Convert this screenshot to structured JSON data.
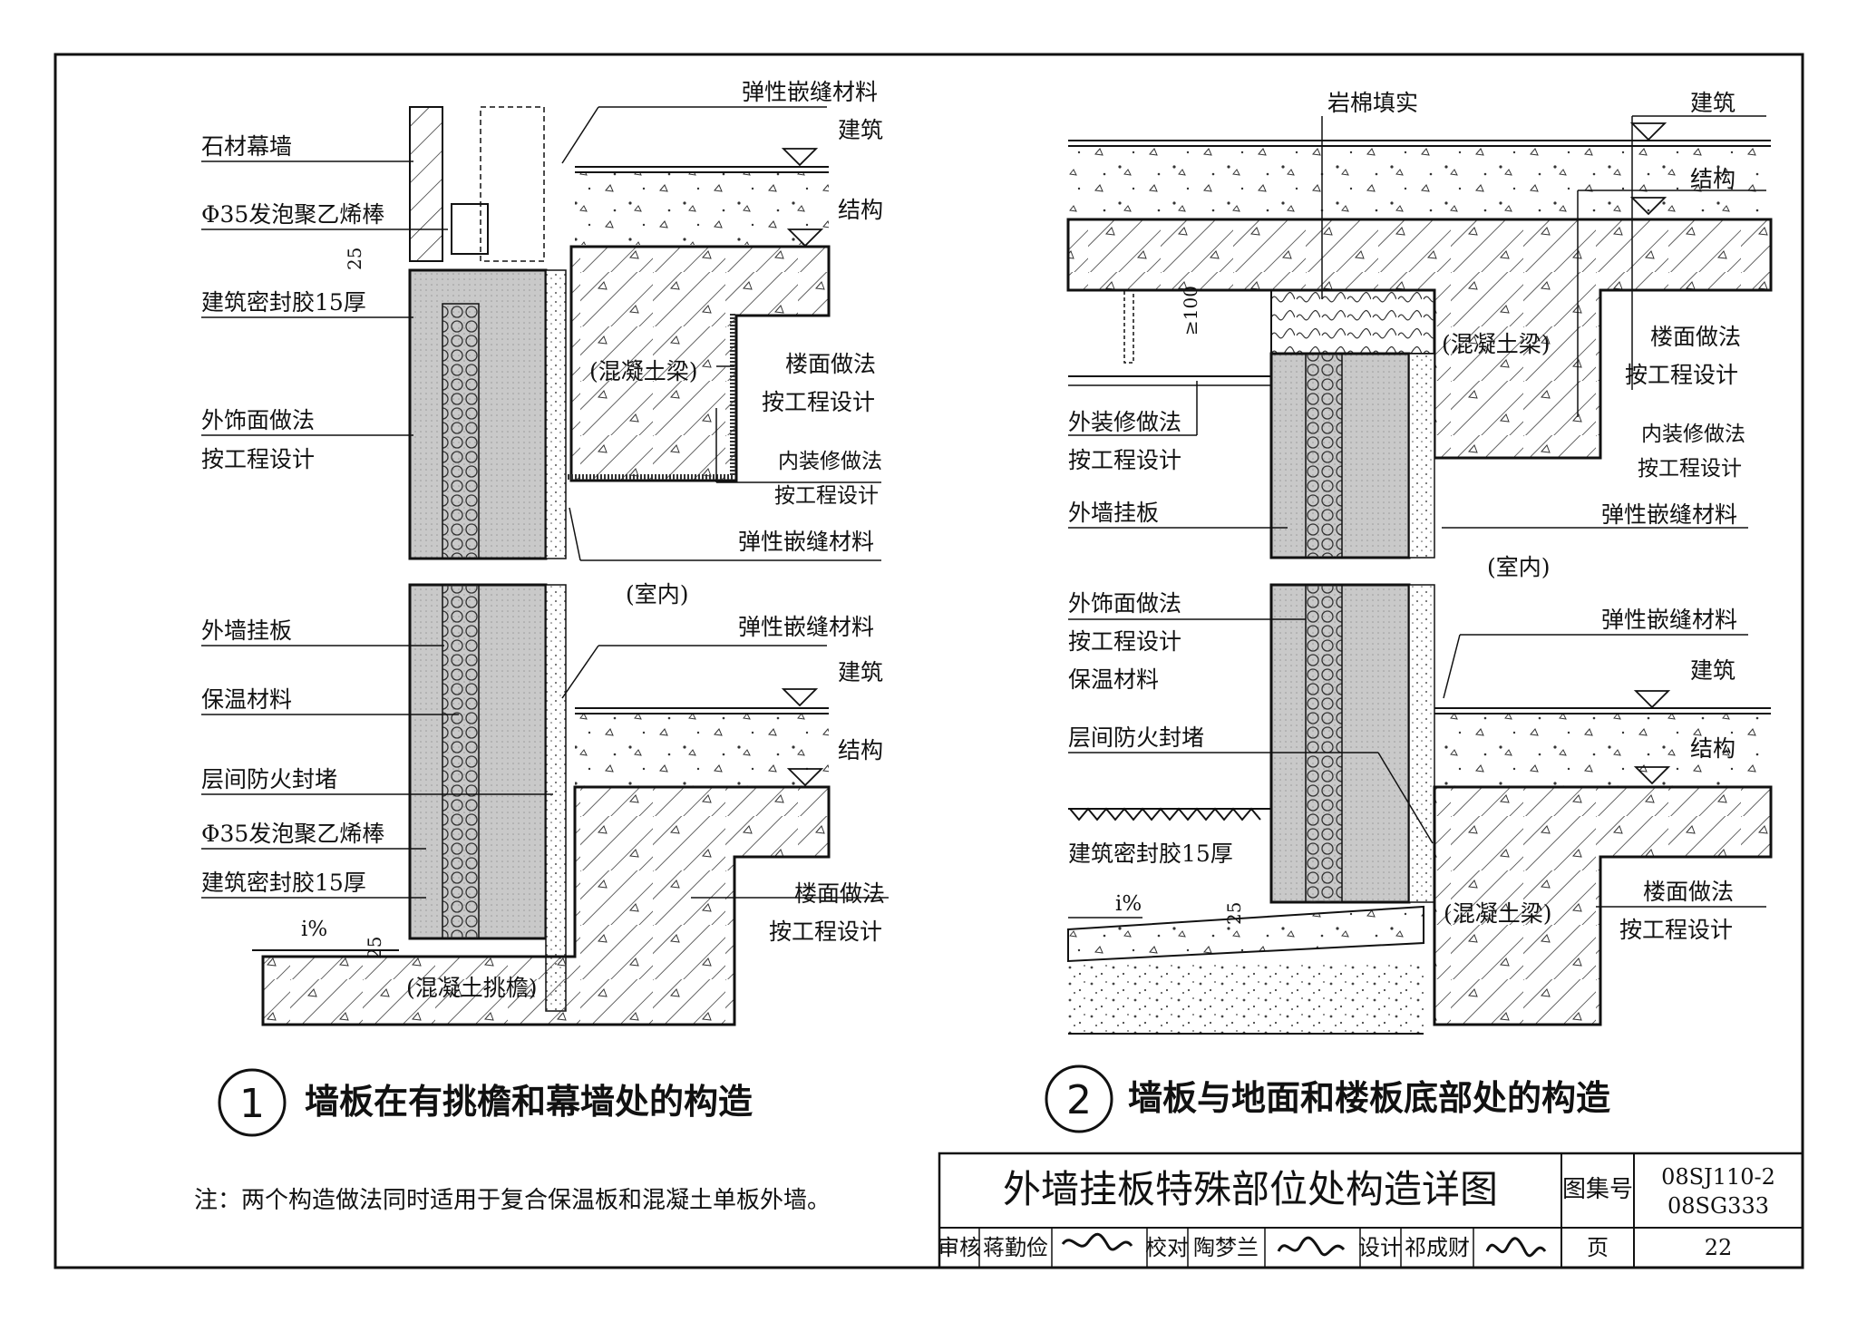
{
  "detail1": {
    "labels": {
      "stone_curtain_wall": "石材幕墙",
      "foam_rod_top": "Φ35发泡聚乙烯棒",
      "sealant_top": "建筑密封胶15厚",
      "exterior_finish_1": "外饰面做法",
      "exterior_finish_2": "按工程设计",
      "wall_panel": "外墙挂板",
      "insulation": "保温材料",
      "fire_stop": "层间防火封堵",
      "foam_rod_bottom": "Φ35发泡聚乙烯棒",
      "sealant_bottom": "建筑密封胶15厚",
      "elastic_joint_1": "弹性嵌缝材料",
      "arch_top": "建筑",
      "struct_top": "结构",
      "concrete_beam": "(混凝土梁)",
      "floor_finish_1": "楼面做法",
      "floor_finish_2": "按工程设计",
      "interior_finish_1": "内装修做法",
      "interior_finish_2": "按工程设计",
      "elastic_joint_2": "弹性嵌缝材料",
      "indoor": "(室内)",
      "elastic_joint_3": "弹性嵌缝材料",
      "arch_bottom": "建筑",
      "struct_bottom": "结构",
      "floor_finish_b1": "楼面做法",
      "floor_finish_b2": "按工程设计",
      "canopy": "(混凝土挑檐)",
      "slope": "i%",
      "dim_25_top": "25",
      "dim_25_bottom": "25"
    },
    "caption_number": "1",
    "caption": "墙板在有挑檐和幕墙处的构造"
  },
  "detail2": {
    "labels": {
      "rock_wool": "岩棉填实",
      "arch_top": "建筑",
      "struct_top": "结构",
      "dim_100": "≥100",
      "concrete_beam_top": "(混凝土梁)",
      "floor_finish_1": "楼面做法",
      "floor_finish_2": "按工程设计",
      "interior_finish_1": "内装修做法",
      "interior_finish_2": "按工程设计",
      "elastic_joint_1": "弹性嵌缝材料",
      "exterior_deco_1": "外装修做法",
      "exterior_deco_2": "按工程设计",
      "wall_panel": "外墙挂板",
      "indoor": "(室内)",
      "exterior_finish_1": "外饰面做法",
      "exterior_finish_2": "按工程设计",
      "insulation": "保温材料",
      "fire_stop": "层间防火封堵",
      "sealant": "建筑密封胶15厚",
      "slope": "i%",
      "dim_25": "25",
      "elastic_joint_2": "弹性嵌缝材料",
      "arch_bottom": "建筑",
      "struct_bottom": "结构",
      "concrete_beam_bottom": "(混凝土梁)",
      "floor_finish_b1": "楼面做法",
      "floor_finish_b2": "按工程设计"
    },
    "caption_number": "2",
    "caption": "墙板与地面和楼板底部处的构造"
  },
  "note": "注：两个构造做法同时适用于复合保温板和混凝土单板外墙。",
  "title_block": {
    "title": "外墙挂板特殊部位处构造详图",
    "atlas_label": "图集号",
    "atlas_no_1": "08SJ110-2",
    "atlas_no_2": "08SG333",
    "review_label": "审核",
    "review_name": "蒋勤俭",
    "check_label": "校对",
    "check_name": "陶梦兰",
    "design_label": "设计",
    "design_name": "祁成财",
    "page_label": "页",
    "page_no": "22"
  }
}
